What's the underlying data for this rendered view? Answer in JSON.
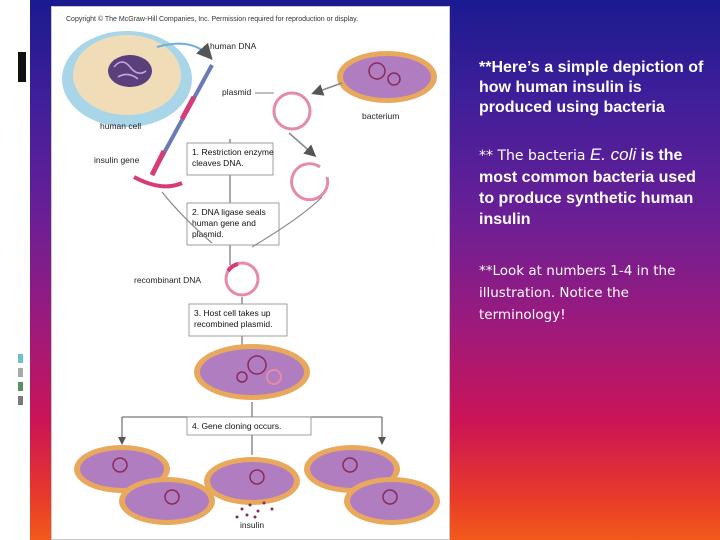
{
  "figure": {
    "copyright": "Copyright © The McGraw-Hill Companies, Inc. Permission required for reproduction or display.",
    "labels": {
      "human_dna": "human DNA",
      "plasmid": "plasmid",
      "human_cell": "human cell",
      "bacterium": "bacterium",
      "insulin_gene": "insulin gene",
      "recombinant_dna": "recombinant DNA",
      "insulin": "insulin"
    },
    "steps": [
      {
        "lines": [
          "1. Restriction enzyme",
          "cleaves DNA."
        ]
      },
      {
        "lines": [
          "2. DNA ligase seals",
          "human gene and",
          "plasmid."
        ]
      },
      {
        "lines": [
          "3. Host cell takes up",
          "recombined plasmid."
        ]
      },
      {
        "lines": [
          "4. Gene cloning occurs."
        ]
      }
    ]
  },
  "text": {
    "p1": "**Here’s a simple depiction of how human insulin is produced using bacteria",
    "p2_prefix": "** The bacteria ",
    "p2_italic": "E. coli",
    "p2_rest": " is the most common bacteria used to produce synthetic human insulin",
    "p3": "**Look at numbers 1-4 in the illustration. Notice the terminology!"
  },
  "colors": {
    "gradient_top": "#1b1a8f",
    "gradient_mid": "#9c1a7d",
    "gradient_bottom": "#f25a1a",
    "bacterium_fill": "#b07dc0",
    "plasmid_ring": "#e58aa8"
  }
}
